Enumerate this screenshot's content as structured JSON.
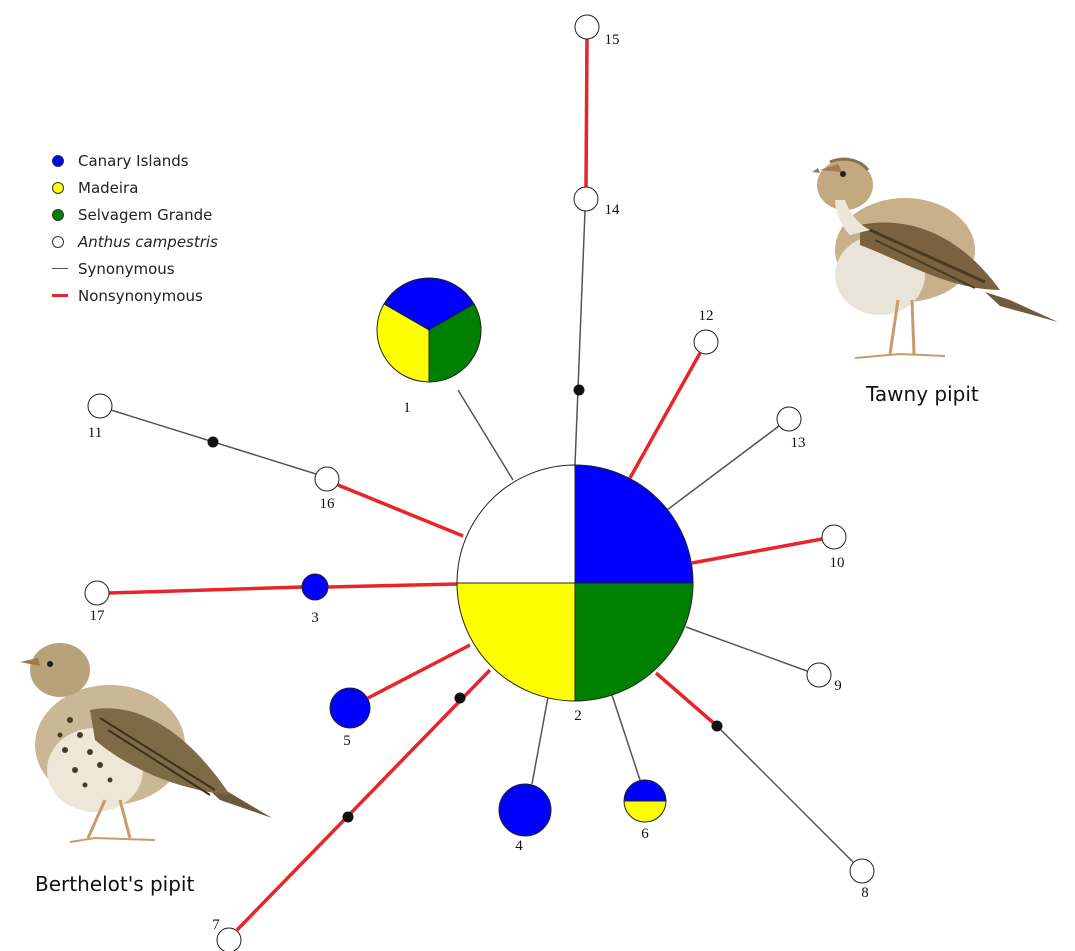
{
  "legend": {
    "items": [
      {
        "label": "Canary Islands",
        "kind": "dot",
        "color": "#0000ff",
        "italic": false
      },
      {
        "label": "Madeira",
        "kind": "dot",
        "color": "#ffff00",
        "italic": false
      },
      {
        "label": "Selvagem Grande",
        "kind": "dot",
        "color": "#008000",
        "italic": false
      },
      {
        "label": "Anthus campestris",
        "kind": "dot",
        "color": "#ffffff",
        "italic": true
      },
      {
        "label": "Synonymous",
        "kind": "line",
        "color": "#555555",
        "italic": false
      },
      {
        "label": "Nonsynonymous",
        "kind": "line",
        "color": "#e8262a",
        "italic": false
      }
    ]
  },
  "birds": {
    "tawny": {
      "label": "Tawny pipit",
      "icon": "tawny-pipit-illustration"
    },
    "berthelot": {
      "label": "Berthelot's pipit",
      "icon": "berthelots-pipit-illustration"
    }
  },
  "colors": {
    "canary": "#0000ff",
    "madeira": "#ffff00",
    "selvagem": "#008000",
    "campestris": "#ffffff",
    "synonymous": "#555555",
    "nonsynonymous": "#e8262a"
  },
  "network": {
    "haplotypes": [
      {
        "id": "1",
        "label": "1",
        "composition": {
          "canary": 1,
          "madeira": 1,
          "selvagem": 1
        }
      },
      {
        "id": "2",
        "label": "2",
        "composition": {
          "campestris": 1,
          "canary": 1,
          "madeira": 1,
          "selvagem": 1
        }
      },
      {
        "id": "3",
        "label": "3",
        "composition": {
          "canary": 1
        }
      },
      {
        "id": "4",
        "label": "4",
        "composition": {
          "canary": 1
        }
      },
      {
        "id": "5",
        "label": "5",
        "composition": {
          "canary": 1
        }
      },
      {
        "id": "6",
        "label": "6",
        "composition": {
          "canary": 1,
          "madeira": 1
        }
      },
      {
        "id": "7",
        "label": "7",
        "composition": {
          "campestris": 1
        }
      },
      {
        "id": "8",
        "label": "8",
        "composition": {
          "campestris": 1
        }
      },
      {
        "id": "9",
        "label": "9",
        "composition": {
          "campestris": 1
        }
      },
      {
        "id": "10",
        "label": "10",
        "composition": {
          "campestris": 1
        }
      },
      {
        "id": "11",
        "label": "11",
        "composition": {
          "campestris": 1
        }
      },
      {
        "id": "12",
        "label": "12",
        "composition": {
          "campestris": 1
        }
      },
      {
        "id": "13",
        "label": "13",
        "composition": {
          "campestris": 1
        }
      },
      {
        "id": "14",
        "label": "14",
        "composition": {
          "campestris": 1
        }
      },
      {
        "id": "15",
        "label": "15",
        "composition": {
          "campestris": 1
        }
      },
      {
        "id": "16",
        "label": "16",
        "composition": {
          "campestris": 1
        }
      },
      {
        "id": "17",
        "label": "17",
        "composition": {
          "campestris": 1
        }
      }
    ],
    "links": [
      {
        "from": "2",
        "to": "1",
        "type": "synonymous"
      },
      {
        "from": "2",
        "to": "14",
        "type": "synonymous",
        "mutation_steps": 1
      },
      {
        "from": "14",
        "to": "15",
        "type": "nonsynonymous"
      },
      {
        "from": "2",
        "to": "12",
        "type": "nonsynonymous"
      },
      {
        "from": "2",
        "to": "13",
        "type": "synonymous"
      },
      {
        "from": "2",
        "to": "10",
        "type": "nonsynonymous"
      },
      {
        "from": "2",
        "to": "9",
        "type": "synonymous"
      },
      {
        "from": "2",
        "to": "8",
        "type": "mixed",
        "mutation_steps": 1
      },
      {
        "from": "2",
        "to": "6",
        "type": "synonymous"
      },
      {
        "from": "2",
        "to": "4",
        "type": "synonymous"
      },
      {
        "from": "2",
        "to": "7",
        "type": "nonsynonymous",
        "mutation_steps": 2
      },
      {
        "from": "2",
        "to": "5",
        "type": "nonsynonymous"
      },
      {
        "from": "2",
        "to": "3",
        "type": "nonsynonymous"
      },
      {
        "from": "3",
        "to": "17",
        "type": "nonsynonymous"
      },
      {
        "from": "2",
        "to": "16",
        "type": "nonsynonymous"
      },
      {
        "from": "16",
        "to": "11",
        "type": "synonymous",
        "mutation_steps": 1
      }
    ]
  }
}
